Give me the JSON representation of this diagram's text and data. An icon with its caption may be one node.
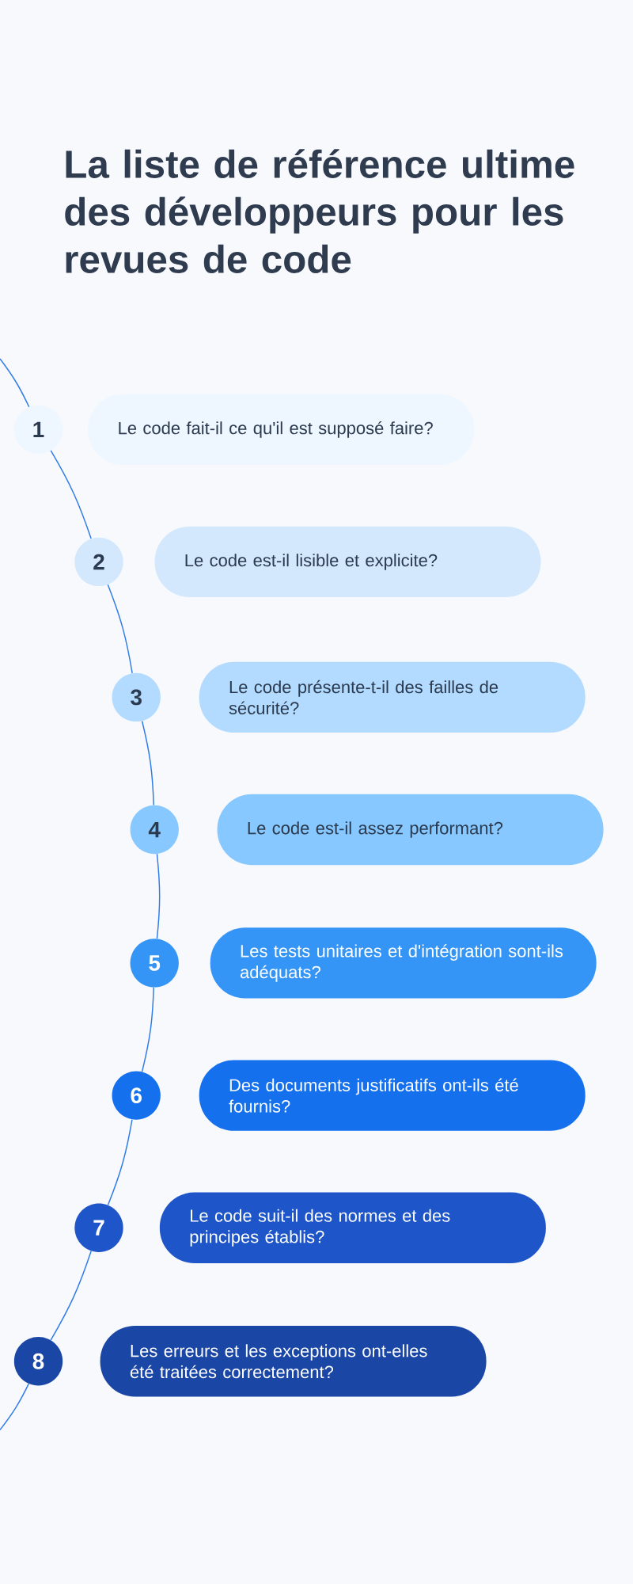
{
  "diagram": {
    "title": "La liste de référence ultime des développeurs pour les revues de code",
    "nodes": [
      {
        "text": [
          "1"
        ]
      },
      {
        "text": [
          "Le code fait-il ce qu'il est supposé faire?"
        ]
      },
      {
        "text": [
          "2"
        ]
      },
      {
        "text": [
          "Le code est-il lisible et explicite?"
        ]
      },
      {
        "text": [
          "3"
        ]
      },
      {
        "text": [
          "Le code présente-t-il des failles de sécurité?"
        ]
      },
      {
        "text": [
          "4"
        ]
      },
      {
        "text": [
          "Le code est-il assez performant?"
        ]
      },
      {
        "text": [
          "5"
        ]
      },
      {
        "text": [
          "Les tests unitaires et d'intégration sont-ils adéquats?"
        ]
      },
      {
        "text": [
          "6"
        ]
      },
      {
        "text": [
          "Des documents justificatifs ont-ils été fournis?"
        ]
      },
      {
        "text": [
          "7"
        ]
      },
      {
        "text": [
          "Le code suit-il des normes et des principes établis?"
        ]
      },
      {
        "text": [
          "8"
        ]
      },
      {
        "text": [
          "Les erreurs et les exceptions ont-elles été traitées correctement?"
        ]
      }
    ],
    "edges": [
      {
        "from": null,
        "to": 0,
        "arrow": "none"
      },
      {
        "from": 0,
        "to": 2,
        "arrow": "none"
      },
      {
        "from": 2,
        "to": 4,
        "arrow": "none"
      },
      {
        "from": 4,
        "to": 6,
        "arrow": "none"
      },
      {
        "from": 6,
        "to": 8,
        "arrow": "none"
      },
      {
        "from": 8,
        "to": 10,
        "arrow": "none"
      },
      {
        "from": 10,
        "to": 12,
        "arrow": "none"
      },
      {
        "from": 12,
        "to": 14,
        "arrow": "none"
      },
      {
        "from": 14,
        "to": null,
        "arrow": "none"
      }
    ]
  }
}
